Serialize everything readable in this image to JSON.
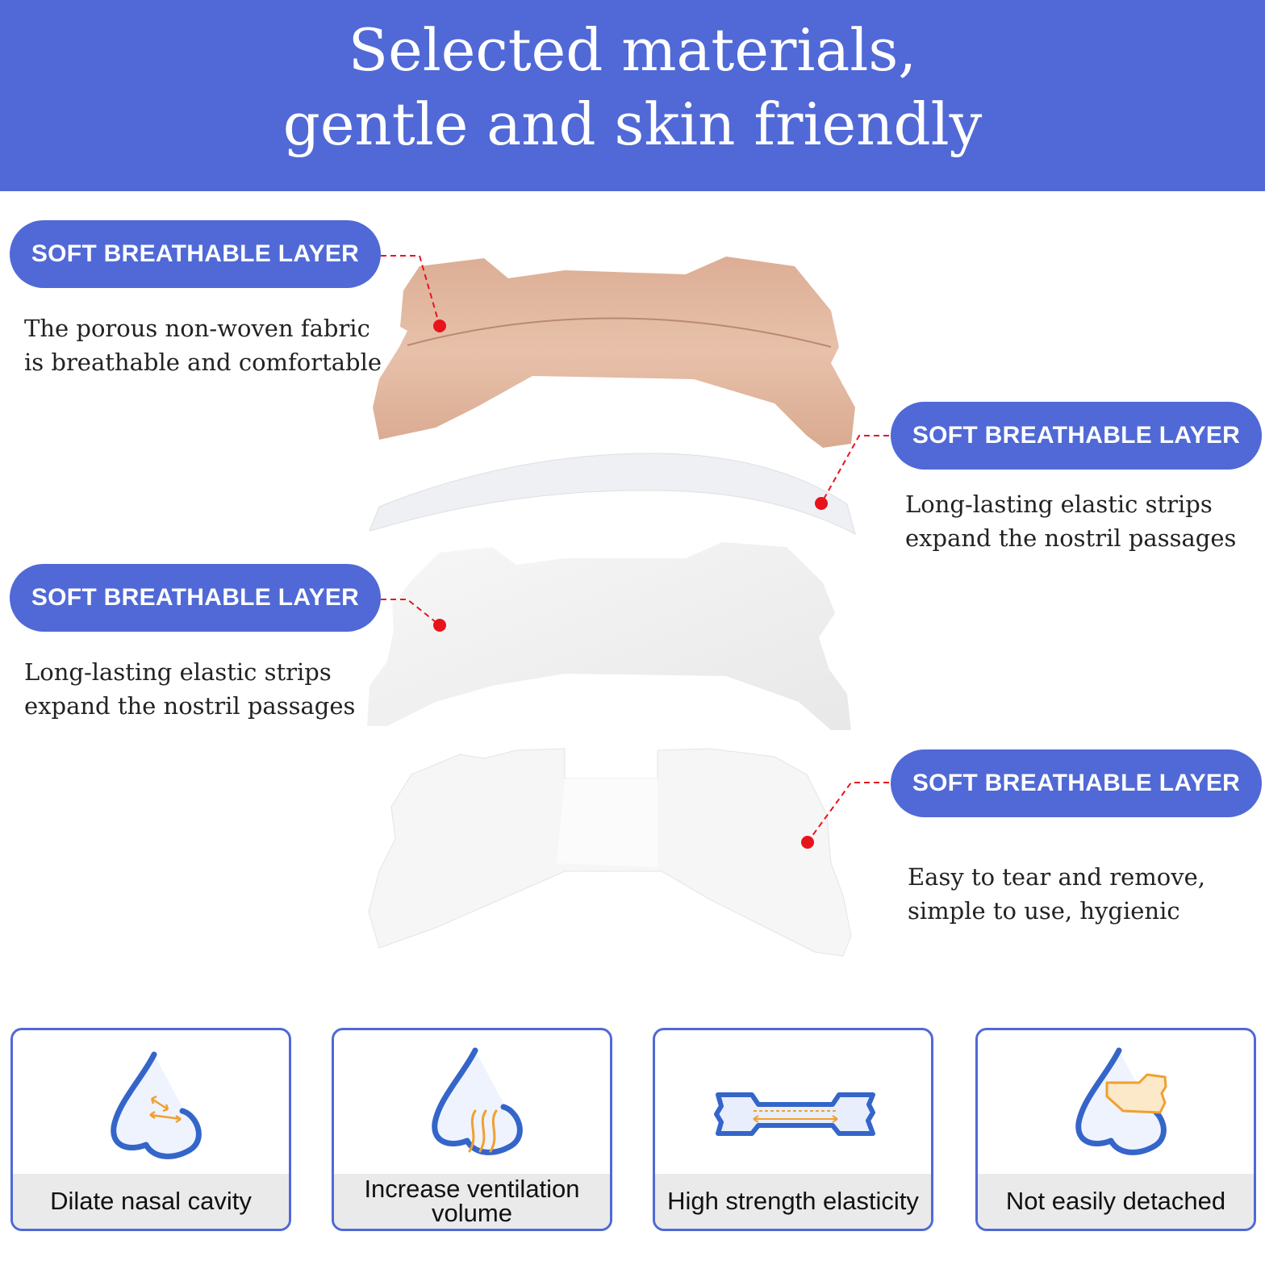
{
  "header": {
    "title_line1": "Selected materials,",
    "title_line2": "gentle and skin friendly"
  },
  "callouts": [
    {
      "label": "SOFT BREATHABLE LAYER",
      "desc_line1": "The porous non-woven fabric",
      "desc_line2": "is breathable and comfortable"
    },
    {
      "label": "SOFT BREATHABLE LAYER",
      "desc_line1": "Long-lasting elastic strips",
      "desc_line2": "expand the nostril passages"
    },
    {
      "label": "SOFT BREATHABLE LAYER",
      "desc_line1": "Long-lasting elastic strips",
      "desc_line2": "expand the nostril passages"
    },
    {
      "label": "SOFT BREATHABLE LAYER",
      "desc_line1": "Easy to tear and remove,",
      "desc_line2": "simple to use, hygienic"
    }
  ],
  "features": [
    {
      "icon": "nose-dilate-icon",
      "label": "Dilate nasal cavity"
    },
    {
      "icon": "nose-airflow-icon",
      "label": "Increase ventilation volume"
    },
    {
      "icon": "strip-elasticity-icon",
      "label": "High strength elasticity"
    },
    {
      "icon": "nose-strip-icon",
      "label": "Not easily detached"
    }
  ],
  "colors": {
    "brand_blue": "#5069d6",
    "marker_red": "#e8141c",
    "skin_layer": "#e2b49a",
    "icon_orange": "#f0a030"
  }
}
